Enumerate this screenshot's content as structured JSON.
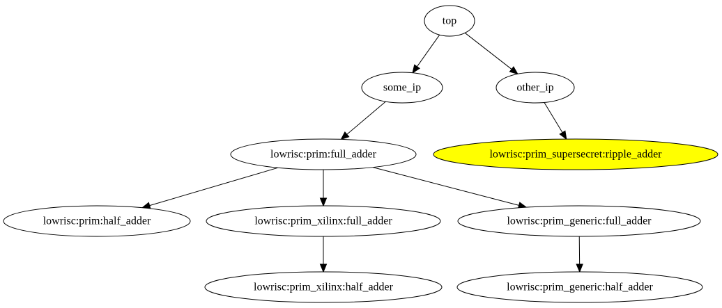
{
  "graph": {
    "nodes": [
      {
        "id": "top",
        "label": "top",
        "fill": "#ffffff"
      },
      {
        "id": "some_ip",
        "label": "some_ip",
        "fill": "#ffffff"
      },
      {
        "id": "other_ip",
        "label": "other_ip",
        "fill": "#ffffff"
      },
      {
        "id": "prim_full_adder",
        "label": "lowrisc:prim:full_adder",
        "fill": "#ffffff"
      },
      {
        "id": "supersecret_ripple_adder",
        "label": "lowrisc:prim_supersecret:ripple_adder",
        "fill": "#ffff00"
      },
      {
        "id": "prim_half_adder",
        "label": "lowrisc:prim:half_adder",
        "fill": "#ffffff"
      },
      {
        "id": "xilinx_full_adder",
        "label": "lowrisc:prim_xilinx:full_adder",
        "fill": "#ffffff"
      },
      {
        "id": "generic_full_adder",
        "label": "lowrisc:prim_generic:full_adder",
        "fill": "#ffffff"
      },
      {
        "id": "xilinx_half_adder",
        "label": "lowrisc:prim_xilinx:half_adder",
        "fill": "#ffffff"
      },
      {
        "id": "generic_half_adder",
        "label": "lowrisc:prim_generic:half_adder",
        "fill": "#ffffff"
      }
    ],
    "edges": [
      {
        "from": "top",
        "to": "some_ip"
      },
      {
        "from": "top",
        "to": "other_ip"
      },
      {
        "from": "some_ip",
        "to": "prim_full_adder"
      },
      {
        "from": "other_ip",
        "to": "supersecret_ripple_adder"
      },
      {
        "from": "prim_full_adder",
        "to": "prim_half_adder"
      },
      {
        "from": "prim_full_adder",
        "to": "xilinx_full_adder"
      },
      {
        "from": "prim_full_adder",
        "to": "generic_full_adder"
      },
      {
        "from": "xilinx_full_adder",
        "to": "xilinx_half_adder"
      },
      {
        "from": "generic_full_adder",
        "to": "generic_half_adder"
      }
    ]
  }
}
